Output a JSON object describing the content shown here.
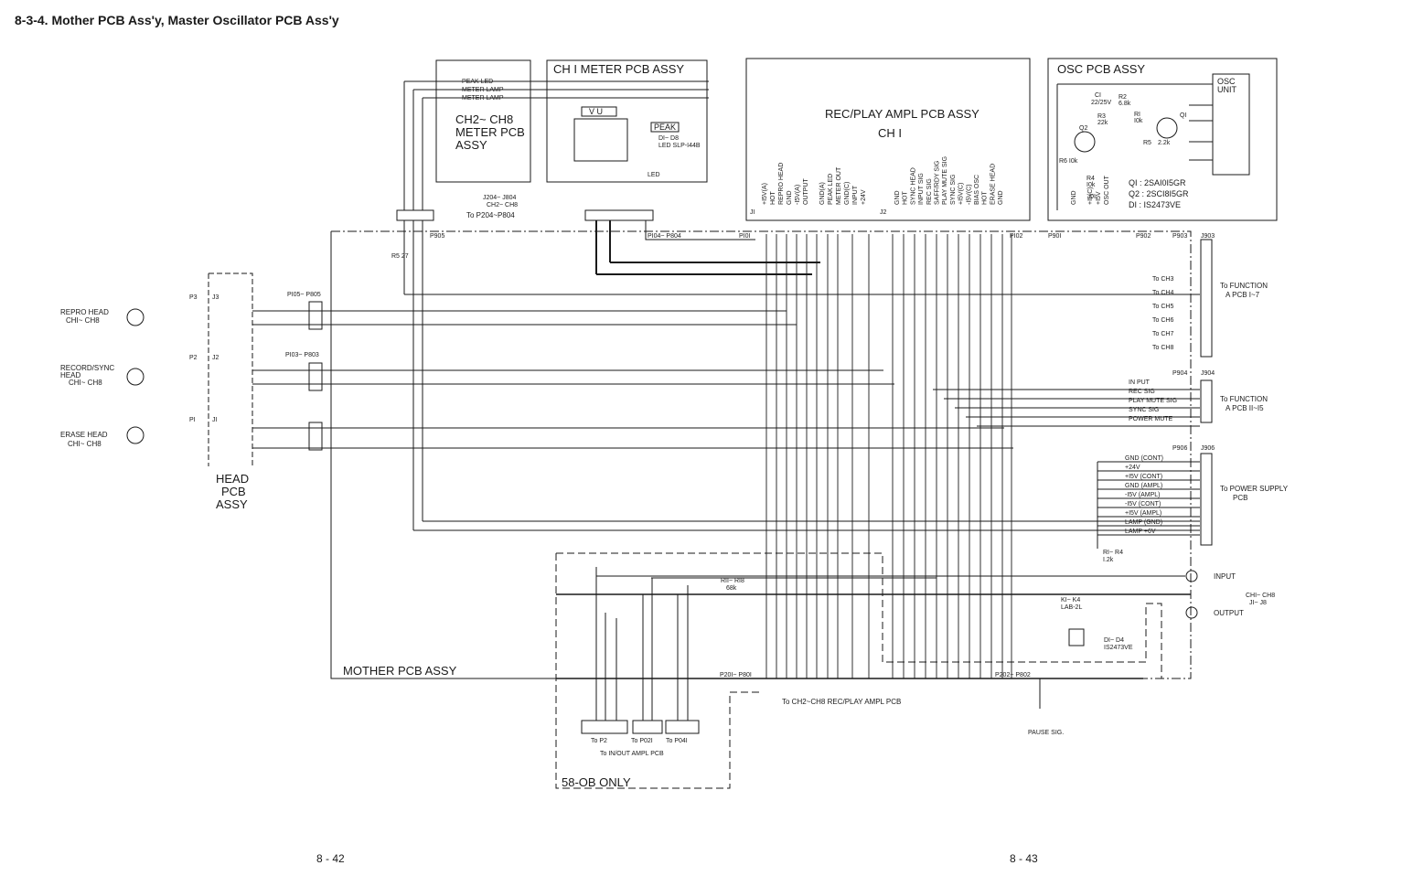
{
  "title": "8-3-4. Mother PCB Ass'y, Master Oscillator PCB Ass'y",
  "page_left": "8 - 42",
  "page_right": "8 - 43",
  "boards": {
    "ch2_meter": {
      "line1": "CH2~ CH8",
      "line2": "METER PCB",
      "line3": "ASSY"
    },
    "ch1_meter": "CH I METER PCB ASSY",
    "rec_play": "REC/PLAY AMPL PCB ASSY",
    "rec_play_ch": "CH I",
    "osc": "OSC PCB ASSY",
    "osc_unit": {
      "line1": "OSC",
      "line2": "UNIT"
    },
    "mother": "MOTHER PCB ASSY",
    "head": {
      "line1": "HEAD",
      "line2": "PCB",
      "line3": "ASSY"
    },
    "only58": "58-OB ONLY"
  },
  "meter_labels": [
    "PEAK LED",
    "METER LAMP",
    "METER LAMP"
  ],
  "vu": "V U",
  "peak": "PEAK",
  "led_note": {
    "line1": "DI~ D8",
    "line2": "LED SLP-I44B"
  },
  "led": "LED",
  "j204": {
    "line1": "J204~ J804",
    "line2": "CH2~ CH8"
  },
  "to_p204": "To P204~P804",
  "rec_pins_a": [
    "+I5V(A)",
    "HOT",
    "REPRO HEAD",
    "GND",
    "-I5V(A)",
    "OUTPUT",
    "",
    "GND(A)",
    "PEAK LED",
    "METER OUT",
    "GND(C)",
    "INPUT",
    "+24V"
  ],
  "rec_pins_b": [
    "GND",
    "HOT",
    "SYNC HEAD",
    "INPUT SIG",
    "REC SIG",
    "SAFF/RDY SIG",
    "PLAY MUTE SIG",
    "SYNC SIG",
    "+I5V(C)",
    "-I5V(C)",
    "BIAS OSC",
    "HOT",
    "ERASE HEAD",
    "GND"
  ],
  "osc_pins": [
    "GND",
    "",
    "+I5(C)",
    "+I5V",
    "OSC OUT"
  ],
  "osc_parts": {
    "c1": "CI",
    "c1v": "22/25V",
    "r2": "R2",
    "r2v": "6.8k",
    "r3": "R3",
    "r3v": "22k",
    "r1": "RI",
    "r1v": "I0k",
    "q1": "QI",
    "q2": "Q2",
    "r5": "R5",
    "r5v": "2.2k",
    "r6": "R6 I0k",
    "r4": "R4",
    "r4v": "I0k",
    "d1": "DI"
  },
  "transistors": [
    "QI : 2SAI0I5GR",
    "Q2 : 2SCI8I5GR",
    "DI : IS2473VE"
  ],
  "heads": [
    {
      "name1": "REPRO HEAD",
      "name2": "CHI~ CH8",
      "plug": "P3",
      "jack": "J3",
      "conn": "PI05~ P805"
    },
    {
      "name1": "RECORD/SYNC",
      "name2": "HEAD",
      "name3": "CHI~ CH8",
      "plug": "P2",
      "jack": "J2",
      "conn": "PI03~ P803"
    },
    {
      "name1": "ERASE HEAD",
      "name2": "CHI~ CH8",
      "plug": "PI",
      "jack": "JI",
      "conn": ""
    }
  ],
  "connectors": {
    "p905": "P905",
    "p104": "PI04~ P804",
    "p101": "PI0I",
    "p102": "PI02",
    "p901": "P90I",
    "p902": "P902",
    "p903": "P903",
    "j903": "J903",
    "p904": "P904",
    "j904": "J904",
    "p906": "P906",
    "j906": "J906",
    "p201": "P20I~ P80I",
    "p202": "P202~ P802",
    "j1": "JI",
    "j2": "J2"
  },
  "r5_label": "R5 27",
  "to_ch": [
    "To CH3",
    "To CH4",
    "To CH5",
    "To CH6",
    "To CH7",
    "To CH8"
  ],
  "to_function1": {
    "line1": "To FUNCTION",
    "line2": "A PCB I~7"
  },
  "p904_pins": [
    "IN PUT",
    "REC SIG",
    "PLAY MUTE SIG",
    "SYNC SIG",
    "POWER MUTE"
  ],
  "to_function2": {
    "line1": "To FUNCTION",
    "line2": "A PCB II~I5"
  },
  "p906_pins": [
    "GND (CONT)",
    "+24V",
    "+I5V (CONT)",
    "GND (AMPL)",
    "-I5V (AMPL)",
    "-I5V (CONT)",
    "+I5V (AMPL)",
    "LAMP (GND)",
    "LAMP +6V"
  ],
  "to_power": {
    "line1": "To POWER SUPPLY",
    "line2": "PCB"
  },
  "r11": {
    "line1": "RII~ RI8",
    "line2": "68k"
  },
  "r1r4": {
    "line1": "RI~ R4",
    "line2": "I.2k"
  },
  "k1": {
    "line1": "KI~ K4",
    "line2": "LAB-2L"
  },
  "d1d4": {
    "line1": "DI~ D4",
    "line2": "IS2473VE"
  },
  "input_jack": "INPUT",
  "output_jack": "OUTPUT",
  "ch_j": {
    "line1": "CHI~ CH8",
    "line2": "JI~ J8"
  },
  "to_ch2_rec": "To CH2~CH8  REC/PLAY AMPL PCB",
  "pause": "PAUSE SIG.",
  "inout": {
    "p2": "To P2",
    "p021": "To P02I",
    "p041": "To P04I",
    "label": "To IN/OUT AMPL PCB"
  }
}
